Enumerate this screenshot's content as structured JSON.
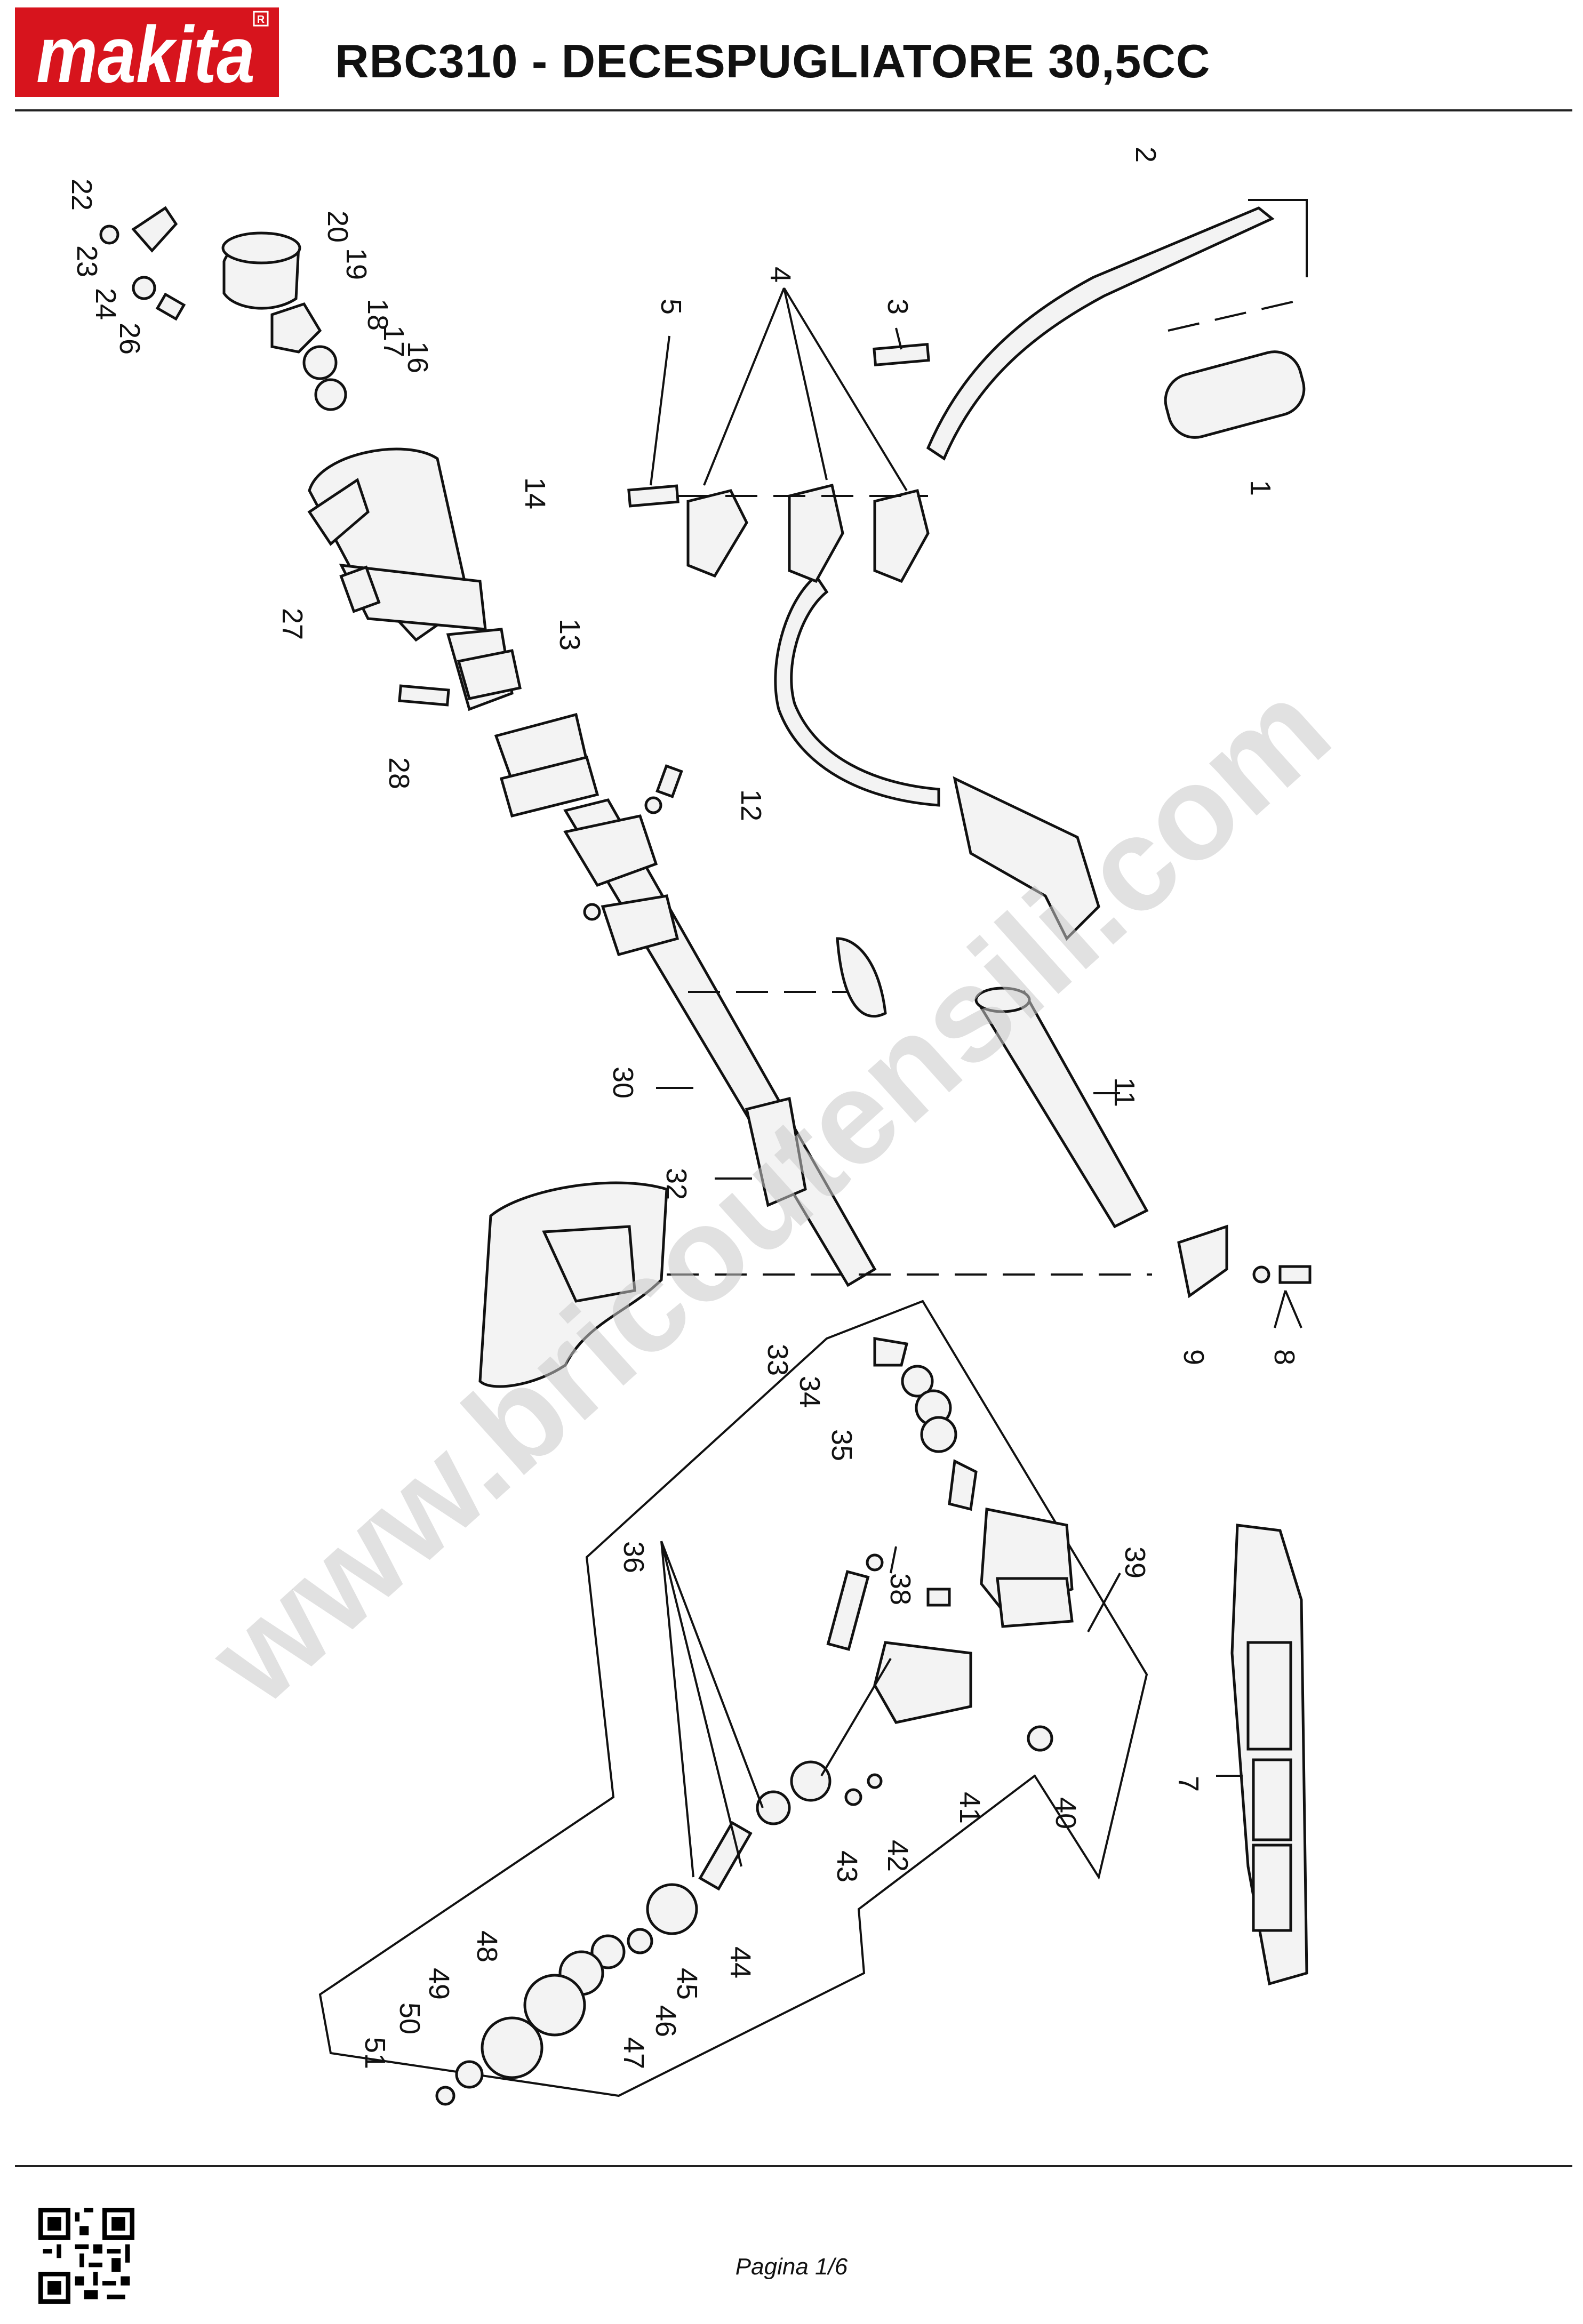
{
  "header": {
    "brand": "makita",
    "title": "RBC310 - DECESPUGLIATORE 30,5CC",
    "brand_color": "#d7141d"
  },
  "watermark": {
    "text": "www.bricoutensili.com"
  },
  "footer": {
    "page_label": "Pagina 1/6",
    "qr_icon": "qr-code-icon"
  },
  "parts": {
    "n1": "1",
    "n2": "2",
    "n3": "3",
    "n4": "4",
    "n5": "5",
    "n7": "7",
    "n8": "8",
    "n9": "9",
    "n11": "11",
    "n12": "12",
    "n13": "13",
    "n14": "14",
    "n16": "16",
    "n17": "17",
    "n18": "18",
    "n19": "19",
    "n20": "20",
    "n22": "22",
    "n23": "23",
    "n24": "24",
    "n26": "26",
    "n27": "27",
    "n28": "28",
    "n30": "30",
    "n32": "32",
    "n33": "33",
    "n34": "34",
    "n35": "35",
    "n36": "36",
    "n38": "38",
    "n39": "39",
    "n40": "40",
    "n41": "41",
    "n42": "42",
    "n43": "43",
    "n44": "44",
    "n45": "45",
    "n46": "46",
    "n47": "47",
    "n48": "48",
    "n49": "49",
    "n50": "50",
    "n51": "51"
  }
}
